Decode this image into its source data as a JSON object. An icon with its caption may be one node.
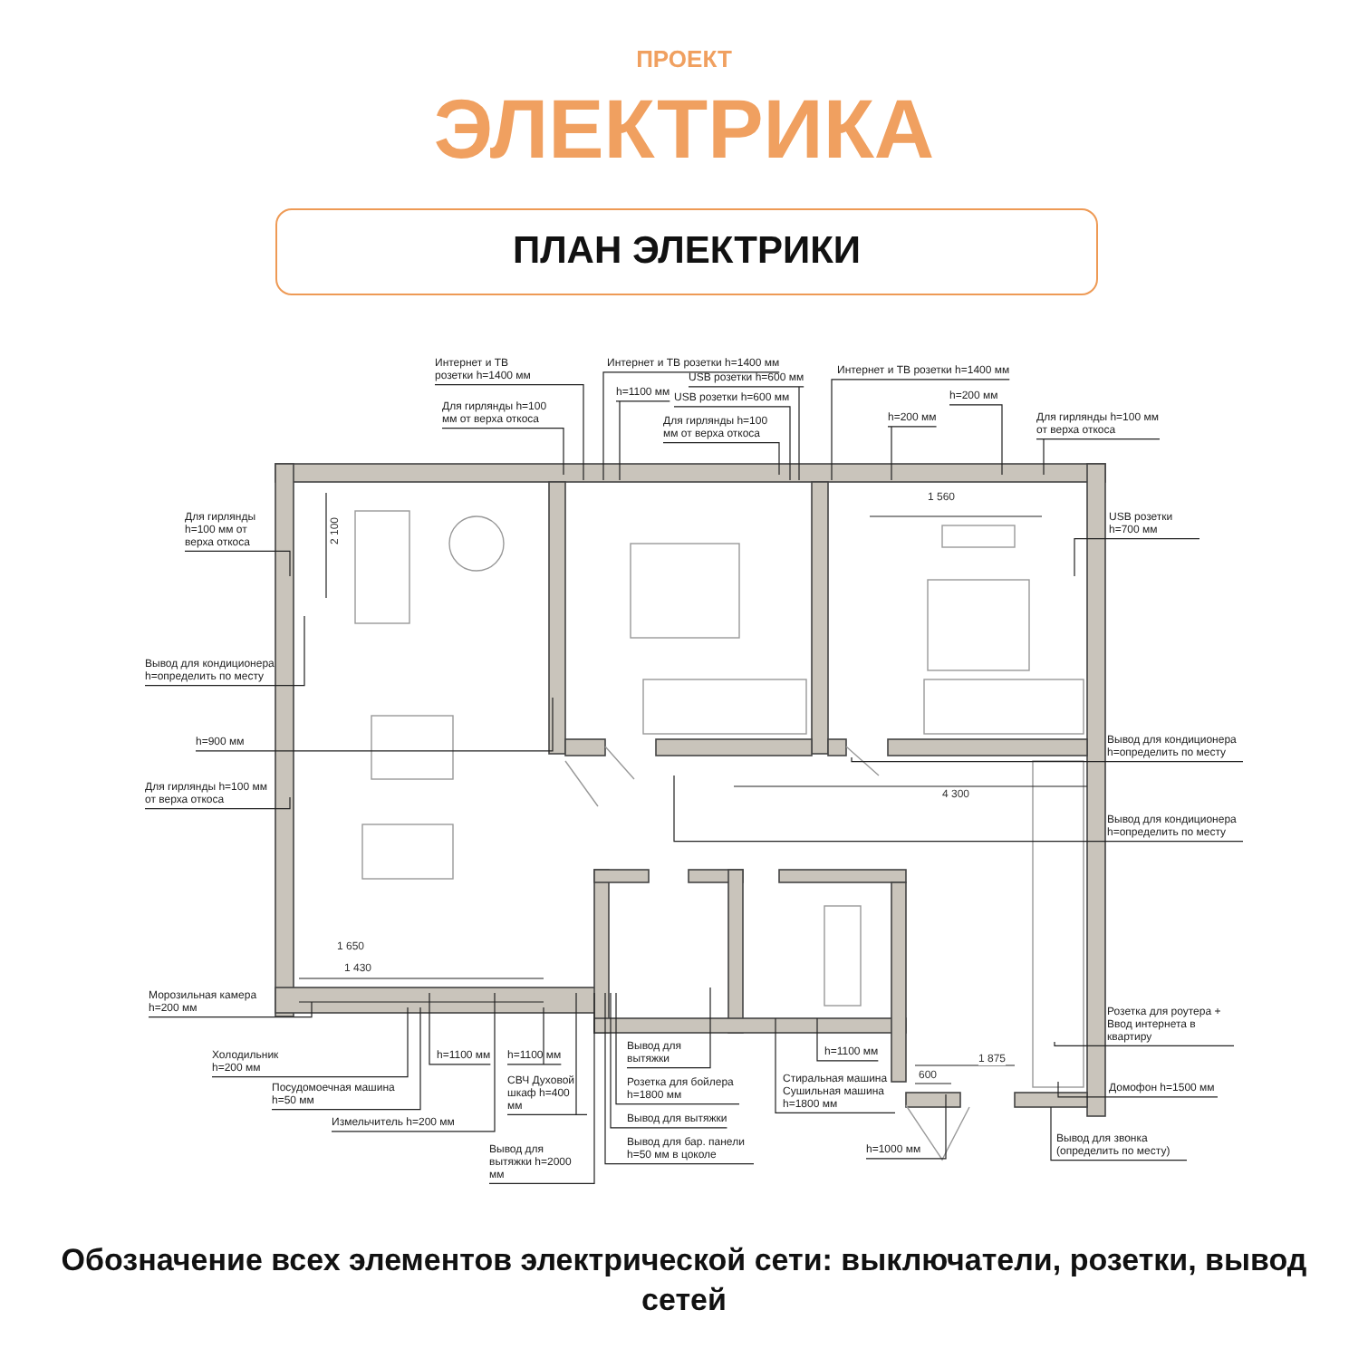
{
  "diagram": {
    "title": "ЭЛЕКТРИКА",
    "caption": "Обозначение всех элементов электрической сети: выключатели, розетки, вывод сетей",
    "nodes": [
      {
        "text": [
          "ПЛАН ЭЛЕКТРИКИ"
        ]
      },
      {
        "text": [
          "Интернет и ТВ розетки h=1400 мм"
        ]
      },
      {
        "text": [
          "Для гирлянды h=100 мм от верха откоса"
        ]
      },
      {
        "text": [
          "Интернет и ТВ розетки h=1400 мм"
        ]
      },
      {
        "text": [
          "h=1100 мм"
        ]
      },
      {
        "text": [
          "USB розетки h=600 мм"
        ]
      },
      {
        "text": [
          "USB розетки h=600 мм"
        ]
      },
      {
        "text": [
          "Для гирлянды h=100 мм от верха откоса"
        ]
      },
      {
        "text": [
          "Интернет и ТВ розетки h=1400 мм"
        ]
      },
      {
        "text": [
          "h=200 мм"
        ]
      },
      {
        "text": [
          "h=200 мм"
        ]
      },
      {
        "text": [
          "Для гирлянды h=100 мм от верха откоса"
        ]
      },
      {
        "text": [
          "Для гирлянды h=100 мм от верха откоса"
        ]
      },
      {
        "text": [
          "USB розетки h=700 мм"
        ]
      },
      {
        "text": [
          "Вывод для кондиционера h=определить по месту"
        ]
      },
      {
        "text": [
          "h=900 мм"
        ]
      },
      {
        "text": [
          "Вывод для кондиционера h=определить по месту"
        ]
      },
      {
        "text": [
          "Для гирлянды h=100 мм от верха откоса"
        ]
      },
      {
        "text": [
          "Вывод для кондиционера h=определить по месту"
        ]
      },
      {
        "text": [
          "Розетка для роутера + Ввод интернета в квартиру"
        ]
      },
      {
        "text": [
          "Морозильная камера h=200 мм"
        ]
      },
      {
        "text": [
          "Холодильник h=200 мм"
        ]
      },
      {
        "text": [
          "h=1100 мм"
        ]
      },
      {
        "text": [
          "Посудомоечная машина h=50 мм"
        ]
      },
      {
        "text": [
          "h=1100 мм"
        ]
      },
      {
        "text": [
          "СВЧ Духовой шкаф h=400 мм"
        ]
      },
      {
        "text": [
          "Измельчитель h=200 мм"
        ]
      },
      {
        "text": [
          "Вывод для вытяжки h=2000 мм"
        ]
      },
      {
        "text": [
          "Вывод для вытяжки"
        ]
      },
      {
        "text": [
          "Розетка для бойлера h=1800 мм"
        ]
      },
      {
        "text": [
          "Вывод для вытяжки"
        ]
      },
      {
        "text": [
          "Вывод для бар. панели h=50 мм в цоколе"
        ]
      },
      {
        "text": [
          "h=1100 мм"
        ]
      },
      {
        "text": [
          "Стиральная машина Сушильная машина h=1800 мм"
        ]
      },
      {
        "text": [
          "h=1000 мм"
        ]
      },
      {
        "text": [
          "Домофон h=1500 мм"
        ]
      },
      {
        "text": [
          "Вывод для звонка (определить по месту)"
        ]
      }
    ],
    "edges": [
      {
        "from": 1,
        "to": null,
        "arrow": "none"
      },
      {
        "from": 2,
        "to": null,
        "arrow": "none"
      },
      {
        "from": 3,
        "to": null,
        "arrow": "none"
      },
      {
        "from": 4,
        "to": null,
        "arrow": "none"
      },
      {
        "from": 5,
        "to": null,
        "arrow": "none"
      },
      {
        "from": 6,
        "to": null,
        "arrow": "none"
      },
      {
        "from": 7,
        "to": null,
        "arrow": "none"
      },
      {
        "from": 8,
        "to": null,
        "arrow": "none"
      },
      {
        "from": 9,
        "to": null,
        "arrow": "none"
      },
      {
        "from": 10,
        "to": null,
        "arrow": "none"
      },
      {
        "from": 11,
        "to": null,
        "arrow": "none"
      },
      {
        "from": 12,
        "to": null,
        "arrow": "none"
      },
      {
        "from": 13,
        "to": null,
        "arrow": "none"
      },
      {
        "from": 14,
        "to": null,
        "arrow": "none"
      },
      {
        "from": 15,
        "to": null,
        "arrow": "none"
      },
      {
        "from": 16,
        "to": null,
        "arrow": "none"
      },
      {
        "from": 17,
        "to": null,
        "arrow": "none"
      },
      {
        "from": 18,
        "to": null,
        "arrow": "none"
      },
      {
        "from": 19,
        "to": null,
        "arrow": "none"
      },
      {
        "from": 20,
        "to": null,
        "arrow": "none"
      },
      {
        "from": 21,
        "to": null,
        "arrow": "none"
      },
      {
        "from": 22,
        "to": null,
        "arrow": "none"
      },
      {
        "from": 23,
        "to": null,
        "arrow": "none"
      },
      {
        "from": 24,
        "to": null,
        "arrow": "none"
      },
      {
        "from": 25,
        "to": null,
        "arrow": "none"
      },
      {
        "from": 26,
        "to": null,
        "arrow": "none"
      },
      {
        "from": 27,
        "to": null,
        "arrow": "none"
      },
      {
        "from": 28,
        "to": null,
        "arrow": "none"
      },
      {
        "from": 29,
        "to": null,
        "arrow": "none"
      },
      {
        "from": 30,
        "to": null,
        "arrow": "none"
      },
      {
        "from": 31,
        "to": null,
        "arrow": "none"
      },
      {
        "from": 32,
        "to": null,
        "arrow": "none"
      },
      {
        "from": 33,
        "to": null,
        "arrow": "none"
      },
      {
        "from": 34,
        "to": null,
        "arrow": "none"
      },
      {
        "from": 35,
        "to": null,
        "arrow": "none"
      },
      {
        "from": 36,
        "to": null,
        "arrow": "none"
      }
    ],
    "labels": [
      "ПРОЕКТ",
      "2 100",
      "1 560",
      "4 300",
      "1 650",
      "1 430",
      "1 875",
      "600"
    ]
  }
}
